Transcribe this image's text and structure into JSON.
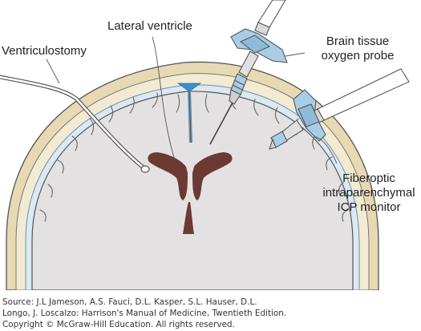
{
  "labels": {
    "ventriculostomy": "Ventriculostomy",
    "lateral_ventricle": "Lateral ventricle",
    "probe_line1": "Brain tissue",
    "probe_line2": "oxygen probe",
    "monitor_line1": "Fiberoptic",
    "monitor_line2": "intraparenchymal",
    "monitor_line3": "ICP monitor"
  },
  "source": {
    "line1": "Source: J.L Jameson, A.S. Fauci, D.L. Kasper, S.L. Hauser, D.L.",
    "line2": "Longo, J. Loscalzo: Harrison's Manual of Medicine, Twentieth Edition.",
    "line3": "Copyright © McGraw-Hill Education. All rights reserved."
  },
  "colors": {
    "scalp": "#e7d9b3",
    "bone": "#f2ead2",
    "dura": "#dce8f2",
    "brain": "#e4e1e2",
    "outline": "#555555",
    "ventricle": "#6b3a33",
    "csf": "#3b8fd0",
    "device_blue": "#a9cde6",
    "device_dark": "#5a8fb8"
  }
}
